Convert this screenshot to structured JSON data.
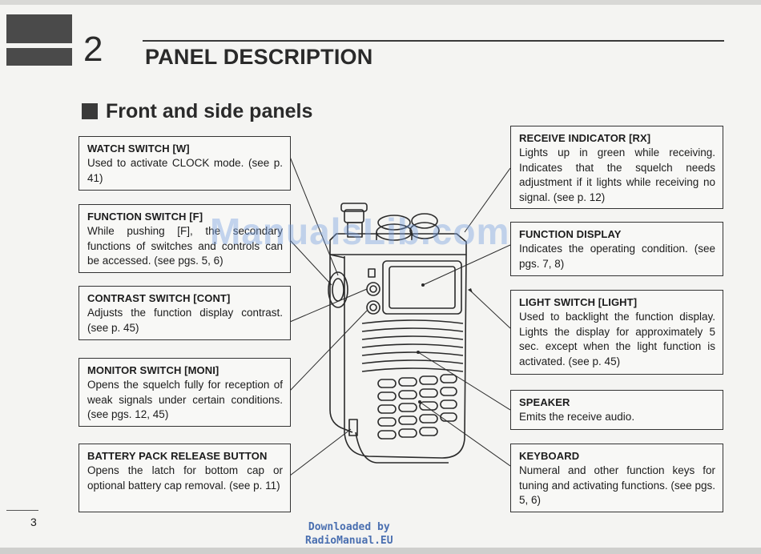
{
  "header": {
    "chapter_number": "2",
    "chapter_title": "PANEL DESCRIPTION",
    "section_title": "Front and side panels"
  },
  "callouts_left": [
    {
      "title": "WATCH SWITCH [W]",
      "body": "Used to activate CLOCK mode. (see p. 41)"
    },
    {
      "title": "FUNCTION SWITCH [F]",
      "body": "While pushing [F], the secondary functions of switches and controls can be accessed. (see pgs. 5, 6)"
    },
    {
      "title": "CONTRAST SWITCH [CONT]",
      "body": "Adjusts the function display contrast. (see p. 45)"
    },
    {
      "title": "MONITOR SWITCH [MONI]",
      "body": "Opens the squelch fully for reception of weak signals under certain conditions. (see pgs. 12, 45)"
    },
    {
      "title": "BATTERY PACK RELEASE BUTTON",
      "body": "Opens the latch for bottom cap or optional battery cap removal. (see p. 11)"
    }
  ],
  "callouts_right": [
    {
      "title": "RECEIVE INDICATOR [RX]",
      "body": "Lights up in green while receiving. Indicates that the squelch needs adjustment if it lights while receiving no signal. (see p. 12)"
    },
    {
      "title": "FUNCTION DISPLAY",
      "body": "Indicates the operating condition. (see pgs. 7, 8)"
    },
    {
      "title": "LIGHT SWITCH [LIGHT]",
      "body": "Used to backlight the function display. Lights the display for approximately 5 sec. except when the light function is activated. (see p. 45)"
    },
    {
      "title": "SPEAKER",
      "body": "Emits the receive audio."
    },
    {
      "title": "KEYBOARD",
      "body": "Numeral and other function keys for tuning and activating functions. (see pgs. 5, 6)"
    }
  ],
  "watermark": "ManualsLib.com",
  "footer": {
    "page_number": "3",
    "credit_line1": "Downloaded by",
    "credit_line2": "RadioManual.EU"
  }
}
